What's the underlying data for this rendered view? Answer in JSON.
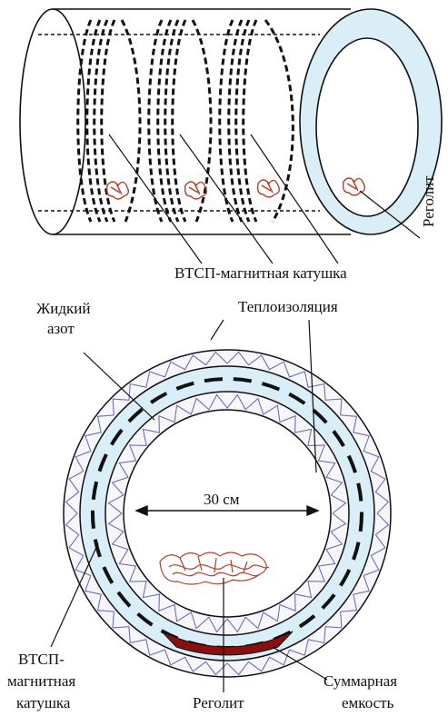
{
  "top_diagram": {
    "label_coil": "ВТСП-магнитная катушка",
    "label_regolith_vertical": "Реголит"
  },
  "bottom_diagram": {
    "label_liquid_nitrogen_line1": "Жидкий",
    "label_liquid_nitrogen_line2": "азот",
    "label_insulation": "Теплоизоляция",
    "label_diameter": "30 см",
    "label_coil_line1": "ВТСП-",
    "label_coil_line2": "магнитная",
    "label_coil_line3": "катушка",
    "label_regolith": "Реголит",
    "label_capacity_line1": "Суммарная",
    "label_capacity_line2": "емкость"
  },
  "colors": {
    "line": "#111111",
    "nitrogen_fill": "#d9eef6",
    "insulation_wave": "#6a6fb8",
    "regolith": "#b0402a",
    "capacity": "#8b0f0f"
  }
}
